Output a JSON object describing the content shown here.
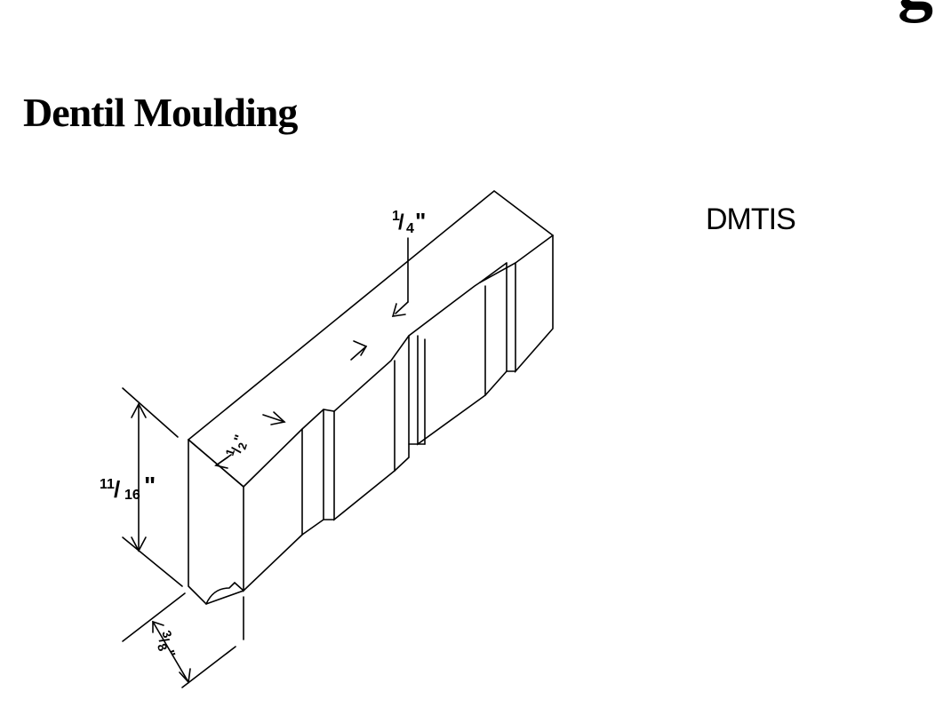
{
  "header": {
    "title": "Dentil Moulding",
    "corner_glyph": "g"
  },
  "product": {
    "code": "DMTIS"
  },
  "dimensions": {
    "height": {
      "num": "11",
      "den": "16",
      "mark": "\""
    },
    "gap": {
      "num": "1",
      "den": "4",
      "mark": "\""
    },
    "tooth": {
      "num": "1",
      "den": "2",
      "mark": "\""
    },
    "depth": {
      "num": "3",
      "den": "8",
      "mark": "\""
    }
  },
  "colors": {
    "line": "#000000",
    "background": "#ffffff"
  }
}
